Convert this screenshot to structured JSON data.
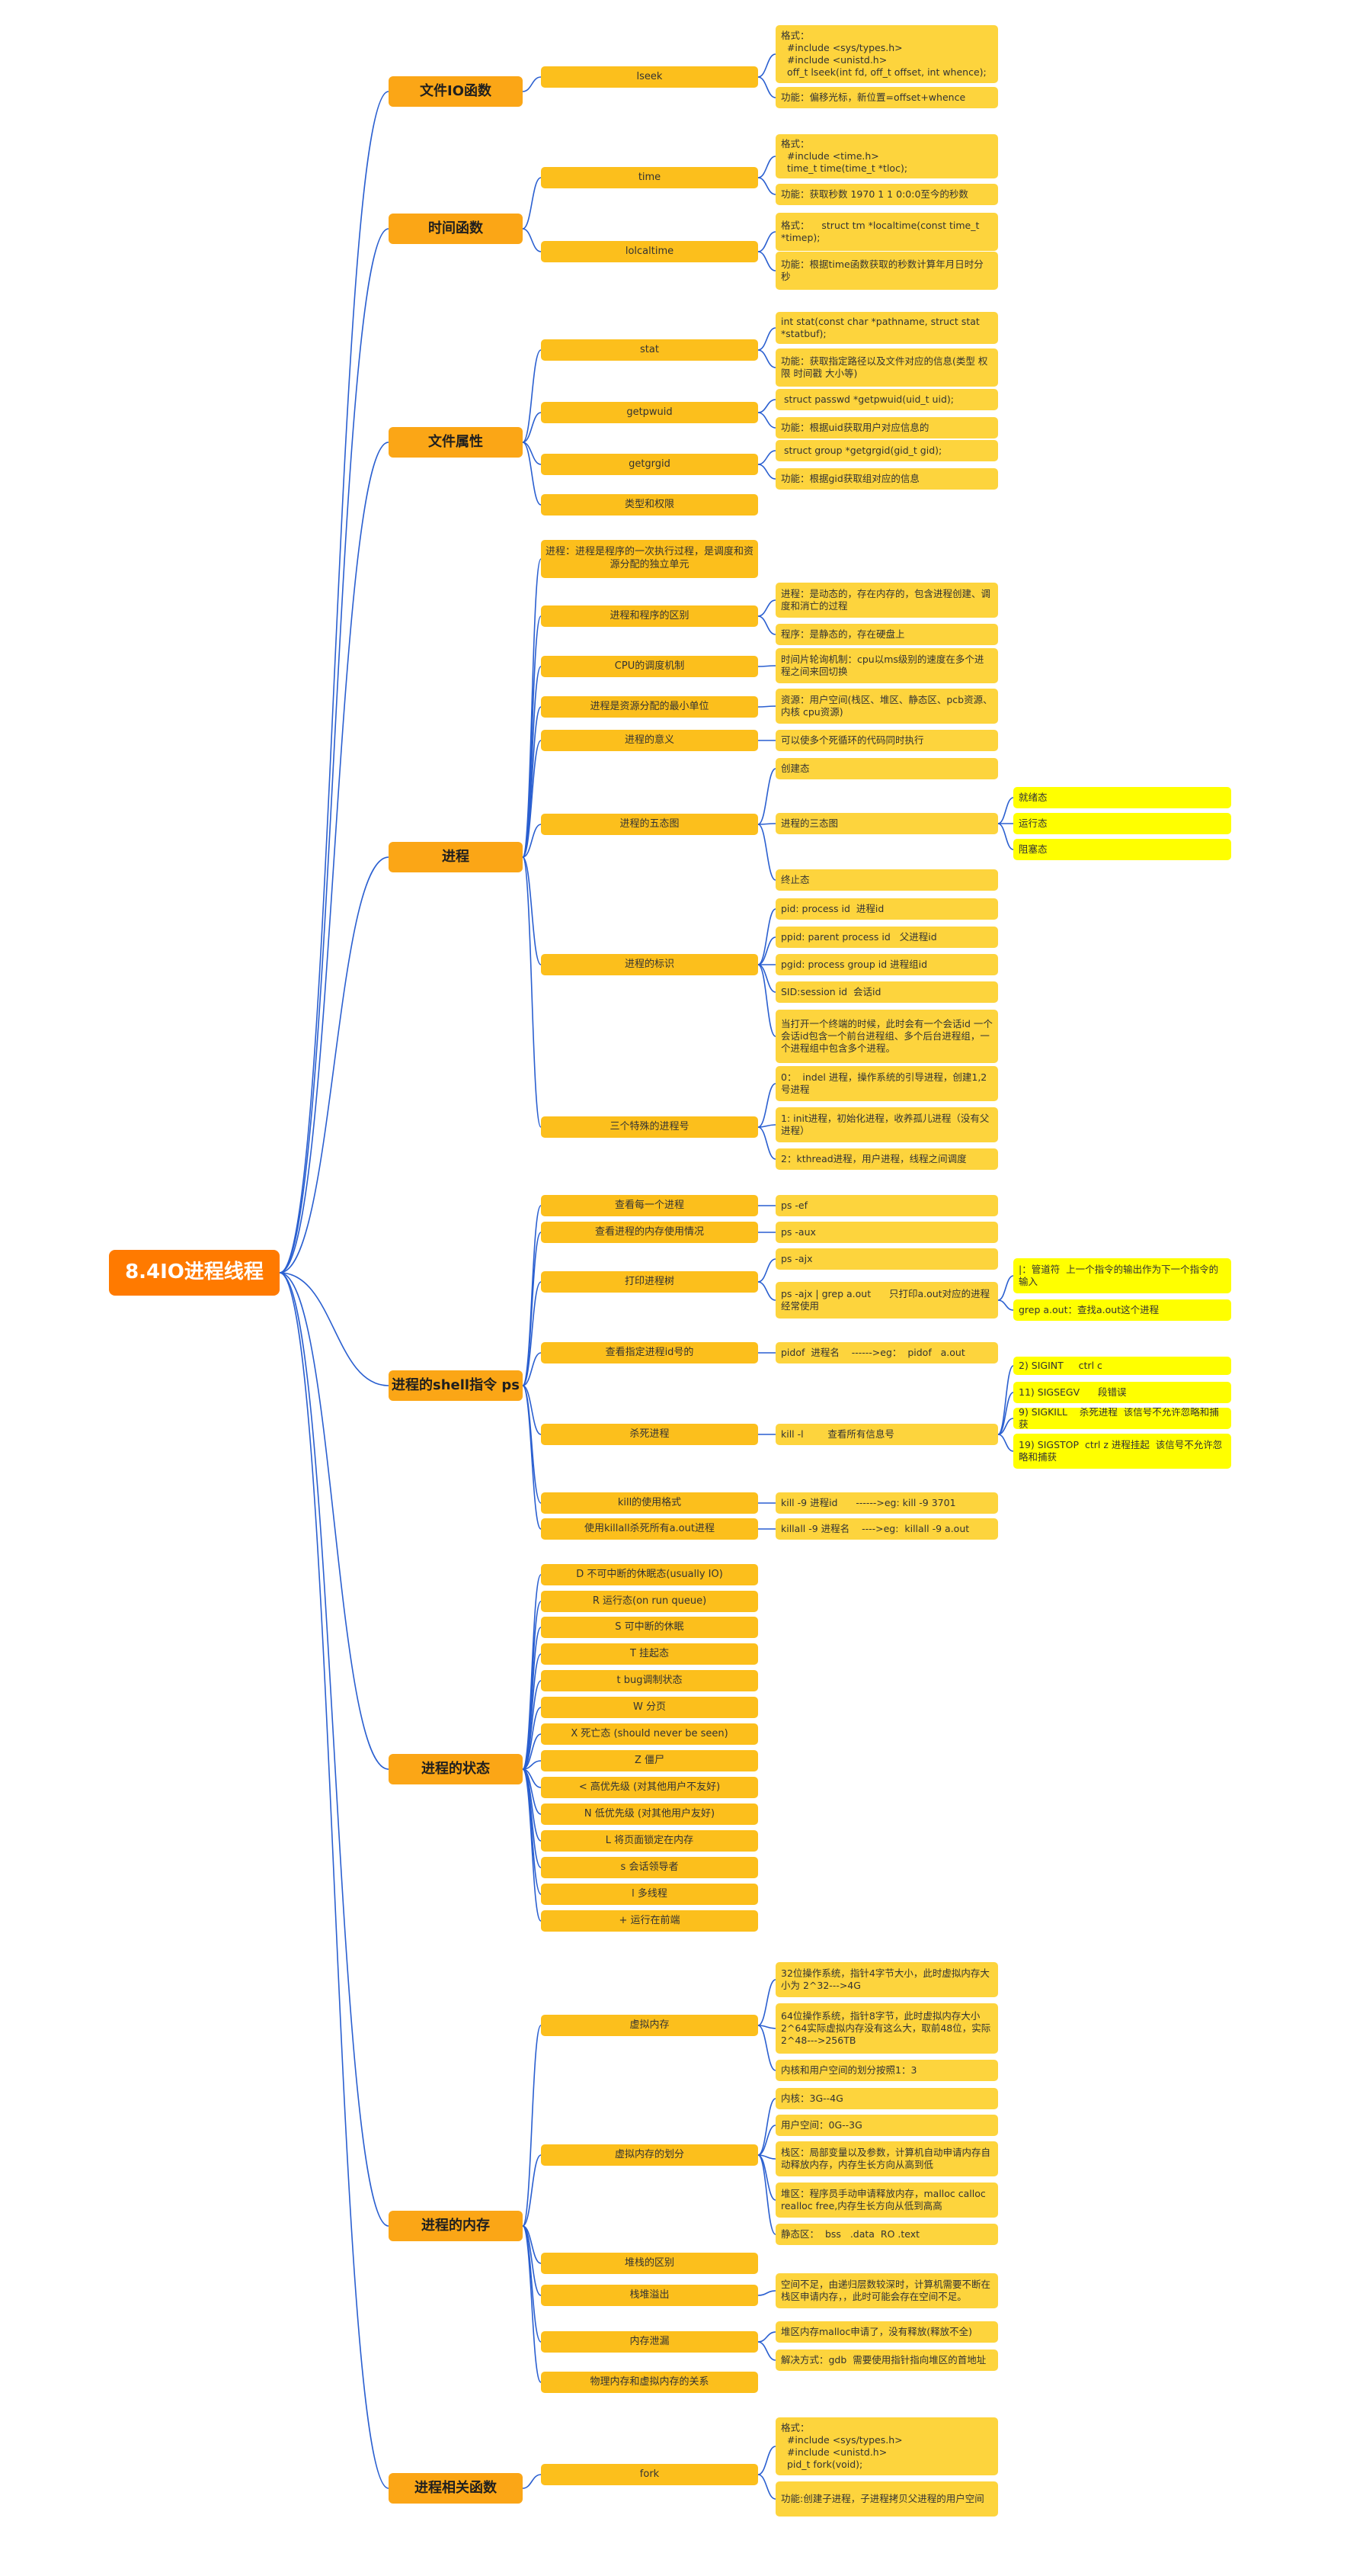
{
  "mindmap": {
    "root": "8.4IO进程线程",
    "branches": [
      {
        "title": "文件IO函数",
        "children": [
          {
            "label": "lseek",
            "children": [
              {
                "text": "格式：\n  #include <sys/types.h>\n  #include <unistd.h>\n  off_t lseek(int fd, off_t offset, int whence);"
              },
              {
                "text": "功能：偏移光标，新位置=offset+whence"
              }
            ]
          }
        ]
      },
      {
        "title": "时间函数",
        "children": [
          {
            "label": "time",
            "children": [
              {
                "text": "格式：\n  #include <time.h>\n  time_t time(time_t *tloc);"
              },
              {
                "text": "功能：获取秒数 1970 1 1 0:0:0至今的秒数"
              }
            ]
          },
          {
            "label": "lolcaltime",
            "children": [
              {
                "text": "格式：    struct tm *localtime(const time_t *timep);"
              },
              {
                "text": "功能：根据time函数获取的秒数计算年月日时分秒"
              }
            ]
          }
        ]
      },
      {
        "title": "文件属性",
        "children": [
          {
            "label": "stat",
            "children": [
              {
                "text": "int stat(const char *pathname, struct stat *statbuf);"
              },
              {
                "text": "功能：获取指定路径以及文件对应的信息(类型 权限 时间戳 大小等)"
              }
            ]
          },
          {
            "label": "getpwuid",
            "children": [
              {
                "text": " struct passwd *getpwuid(uid_t uid);"
              },
              {
                "text": "功能：根据uid获取用户对应信息的"
              }
            ]
          },
          {
            "label": "getgrgid",
            "children": [
              {
                "text": " struct group *getgrgid(gid_t gid);"
              },
              {
                "text": "功能：根据gid获取组对应的信息"
              }
            ]
          },
          {
            "label": "类型和权限",
            "children": []
          }
        ]
      },
      {
        "title": "进程",
        "children": [
          {
            "label": "进程：进程是程序的一次执行过程，是调度和资源分配的独立单元",
            "children": []
          },
          {
            "label": "进程和程序的区别",
            "children": [
              {
                "text": "进程：是动态的，存在内存的，包含进程创建、调度和消亡的过程"
              },
              {
                "text": "程序：是静态的，存在硬盘上"
              }
            ]
          },
          {
            "label": "CPU的调度机制",
            "children": [
              {
                "text": "时间片轮询机制：cpu以ms级别的速度在多个进程之间来回切换"
              }
            ]
          },
          {
            "label": "进程是资源分配的最小单位",
            "children": [
              {
                "text": "资源：用户空间(栈区、堆区、静态区、pcb资源、内核 cpu资源)"
              }
            ]
          },
          {
            "label": "进程的意义",
            "children": [
              {
                "text": "可以使多个死循环的代码同时执行"
              }
            ]
          },
          {
            "label": "进程的五态图",
            "children": [
              {
                "text": "创建态"
              },
              {
                "text": "进程的三态图",
                "children": [
                  "就绪态",
                  "运行态",
                  "阻塞态"
                ]
              },
              {
                "text": "终止态"
              }
            ]
          },
          {
            "label": "进程的标识",
            "children": [
              {
                "text": "pid: process id  进程id"
              },
              {
                "text": "ppid: parent process id   父进程id"
              },
              {
                "text": "pgid: process group id 进程组id"
              },
              {
                "text": "SID:session id  会话id"
              },
              {
                "text": "当打开一个终端的时候，此时会有一个会话id 一个会话id包含一个前台进程组、多个后台进程组，一个进程组中包含多个进程。"
              }
            ]
          },
          {
            "label": "三个特殊的进程号",
            "children": [
              {
                "text": "0：  indel 进程，操作系统的引导进程，创建1,2号进程"
              },
              {
                "text": "1: init进程，初始化进程，收养孤儿进程（没有父进程）"
              },
              {
                "text": "2：kthread进程，用户进程，线程之间调度"
              }
            ]
          }
        ]
      },
      {
        "title": "进程的shell指令 ps",
        "children": [
          {
            "label": "查看每一个进程",
            "children": [
              {
                "text": "ps -ef"
              }
            ]
          },
          {
            "label": "查看进程的内存使用情况",
            "children": [
              {
                "text": "ps -aux"
              }
            ]
          },
          {
            "label": "打印进程树",
            "children": [
              {
                "text": "ps -ajx"
              },
              {
                "text": "ps -ajx | grep a.out      只打印a.out对应的进程经常使用",
                "children": [
                  "|：管道符  上一个指令的输出作为下一个指令的输入",
                  "grep a.out：查找a.out这个进程"
                ]
              }
            ]
          },
          {
            "label": "查看指定进程id号的",
            "children": [
              {
                "text": "pidof  进程名    ------>eg：  pidof   a.out"
              }
            ]
          },
          {
            "label": "杀死进程",
            "children": [
              {
                "text": "kill -l        查看所有信息号",
                "children": [
                  "2) SIGINT     ctrl c",
                  "11) SIGSEGV      段错误",
                  "9) SIGKILL    杀死进程  该信号不允许忽略和捕获",
                  "19) SIGSTOP  ctrl z 进程挂起  该信号不允许忽略和捕获"
                ]
              }
            ]
          },
          {
            "label": "kill的使用格式",
            "children": [
              {
                "text": "kill -9 进程id      ------>eg: kill -9 3701"
              }
            ]
          },
          {
            "label": "使用killall杀死所有a.out进程",
            "children": [
              {
                "text": "killall -9 进程名    ---->eg:  killall -9 a.out"
              }
            ]
          }
        ]
      },
      {
        "title": "进程的状态",
        "children": [
          {
            "label": "D    不可中断的休眠态(usually IO)",
            "children": []
          },
          {
            "label": "R    运行态(on run queue)",
            "children": []
          },
          {
            "label": "S    可中断的休眠",
            "children": []
          },
          {
            "label": "T    挂起态",
            "children": []
          },
          {
            "label": "t    bug调制状态",
            "children": []
          },
          {
            "label": "W    分页",
            "children": []
          },
          {
            "label": "X    死亡态 (should never be seen)",
            "children": []
          },
          {
            "label": "Z    僵尸",
            "children": []
          },
          {
            "label": "<    高优先级 (对其他用户不友好)",
            "children": []
          },
          {
            "label": "N    低优先级 (对其他用户友好)",
            "children": []
          },
          {
            "label": "L    将页面锁定在内存",
            "children": []
          },
          {
            "label": "s    会话领导者",
            "children": []
          },
          {
            "label": "l    多线程",
            "children": []
          },
          {
            "label": "+    运行在前端",
            "children": []
          }
        ]
      },
      {
        "title": "进程的内存",
        "children": [
          {
            "label": "虚拟内存",
            "children": [
              {
                "text": "32位操作系统，指针4字节大小，此时虚拟内存大小为 2^32--->4G"
              },
              {
                "text": "64位操作系统，指针8字节，此时虚拟内存大小2^64实际虚拟内存没有这么大，取前48位，实际2^48--->256TB"
              },
              {
                "text": "内核和用户空间的划分按照1：3"
              }
            ]
          },
          {
            "label": "虚拟内存的划分",
            "children": [
              {
                "text": "内核：3G--4G"
              },
              {
                "text": "用户空间：0G--3G"
              },
              {
                "text": "栈区：局部变量以及参数，计算机自动申请内存自动释放内存，内存生长方向从高到低"
              },
              {
                "text": "堆区：程序员手动申请释放内存，malloc calloc realloc free,内存生长方向从低到高高"
              },
              {
                "text": "静态区：  bss   .data  RO .text"
              }
            ]
          },
          {
            "label": "堆栈的区别",
            "children": []
          },
          {
            "label": "栈堆溢出",
            "children": [
              {
                "text": "空间不足，由递归层数较深时，计算机需要不断在栈区申请内存，，此时可能会存在空间不足。"
              }
            ]
          },
          {
            "label": "内存泄漏",
            "children": [
              {
                "text": "堆区内存malloc申请了，没有释放(释放不全)"
              },
              {
                "text": "解决方式：gdb  需要使用指针指向堆区的首地址"
              }
            ]
          },
          {
            "label": "物理内存和虚拟内存的关系",
            "children": []
          }
        ]
      },
      {
        "title": "进程相关函数",
        "children": [
          {
            "label": "fork",
            "children": [
              {
                "text": "格式：\n  #include <sys/types.h>\n  #include <unistd.h>\n  pid_t fork(void);"
              },
              {
                "text": "功能:创建子进程，子进程拷贝父进程的用户空间"
              }
            ]
          }
        ]
      }
    ]
  },
  "colors": {
    "root": "#ff7a00",
    "level1": "#fba616",
    "level2": "#fcbf1c",
    "level3": "#fdd43d",
    "level4": "#ffff00",
    "connector": "#2a5fd0"
  }
}
